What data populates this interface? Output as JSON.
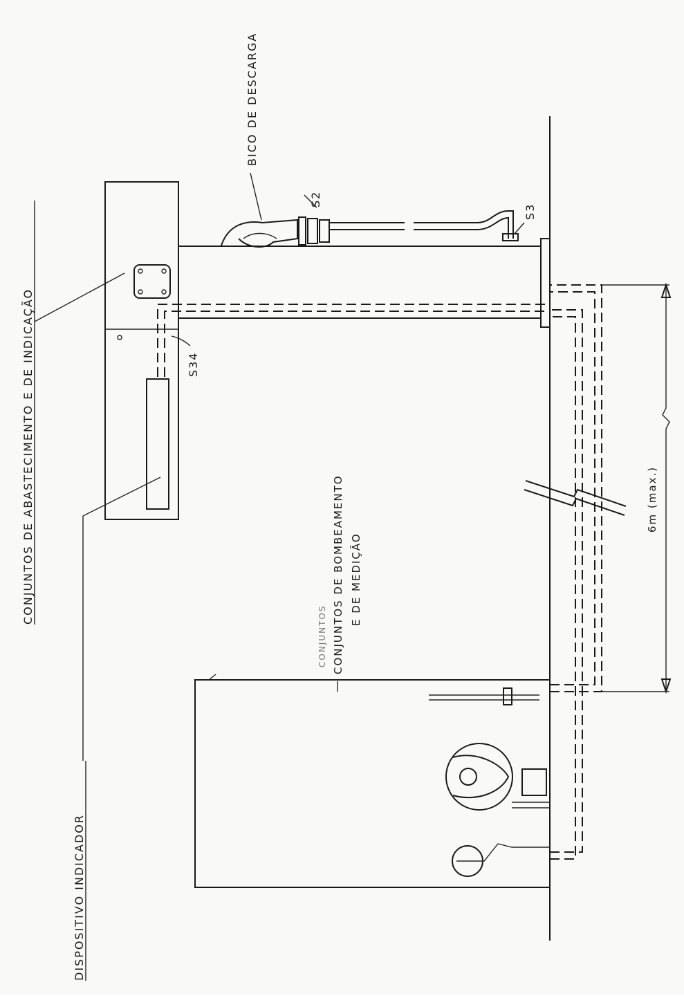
{
  "labels": {
    "bico_descarga": "BICO DE DESCARGA",
    "conjuntos_abastecimento": "CONJUNTOS DE ABASTECIMENTO E DE INDICAÇÃO",
    "conjuntos_bombeamento_line1": "CONJUNTOS DE BOMBEAMENTO",
    "conjuntos_bombeamento_line2": "E DE MEDIÇÃO",
    "conjuntos_handwritten": "CONJUNTOS",
    "dispositivo_indicador": "DISPOSITIVO INDICADOR",
    "s2": "S2",
    "s3": "S3",
    "s34": "S34",
    "dimension": "6m (max.)"
  }
}
